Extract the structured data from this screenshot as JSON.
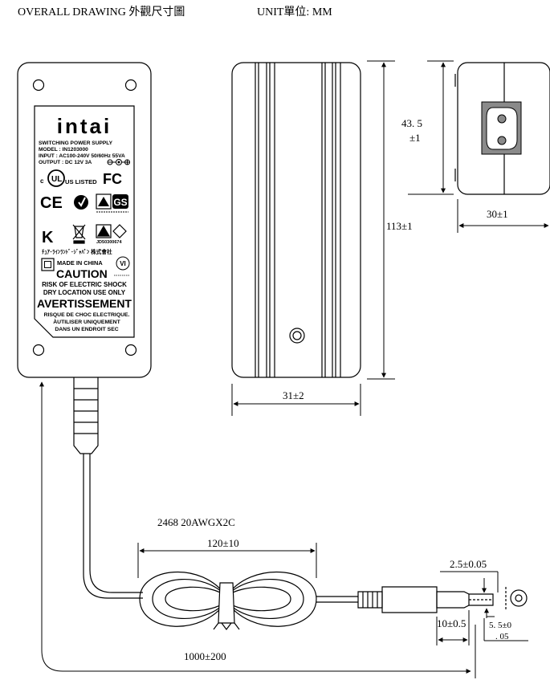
{
  "header": {
    "title": "OVERALL DRAWING 外觀尺寸圖",
    "unit": "UNIT單位: MM"
  },
  "label": {
    "brand": "intai",
    "lines": [
      "SWITCHING POWER SUPPLY",
      "MODEL : IN1203000",
      "INPUT : AC100-240V 50/60Hz 55VA",
      "OUTPUT : DC 12V 3A"
    ],
    "ul_text": "US LISTED",
    "cert_id": "JD50300674",
    "company": "ﾁｭｱ･ﾗｲﾝﾗﾝﾄﾞ･ｼﾞｬﾊﾟﾝ 株式會社",
    "made_in": "MADE IN CHINA",
    "level": "VI",
    "caution": "CAUTION",
    "warn1": "RISK OF ELECTRIC SHOCK",
    "warn2": "DRY LOCATION USE ONLY",
    "avert": "AVERTISSEMENT",
    "fr1": "RISQUE DE CHOC ELECTRIQUE.",
    "fr2": "ÀUTILISER UNIQUEMENT",
    "fr3": "DANS UN ENDROIT SEC"
  },
  "dims": {
    "height_a": "43. 5",
    "height_b": "±1",
    "length": "113±1",
    "width_end": "30±1",
    "width_side": "31±2",
    "cable_spec": "2468 20AWGX2C",
    "coil": "120±10",
    "cable_len": "1000±200",
    "plug_dia": "2.5±0.05",
    "plug_len": "10±0.5",
    "plug_outer_a": "5. 5±0",
    "plug_outer_b": ". 05"
  },
  "colors": {
    "line": "#000000",
    "socket": "#8a8a8a"
  }
}
